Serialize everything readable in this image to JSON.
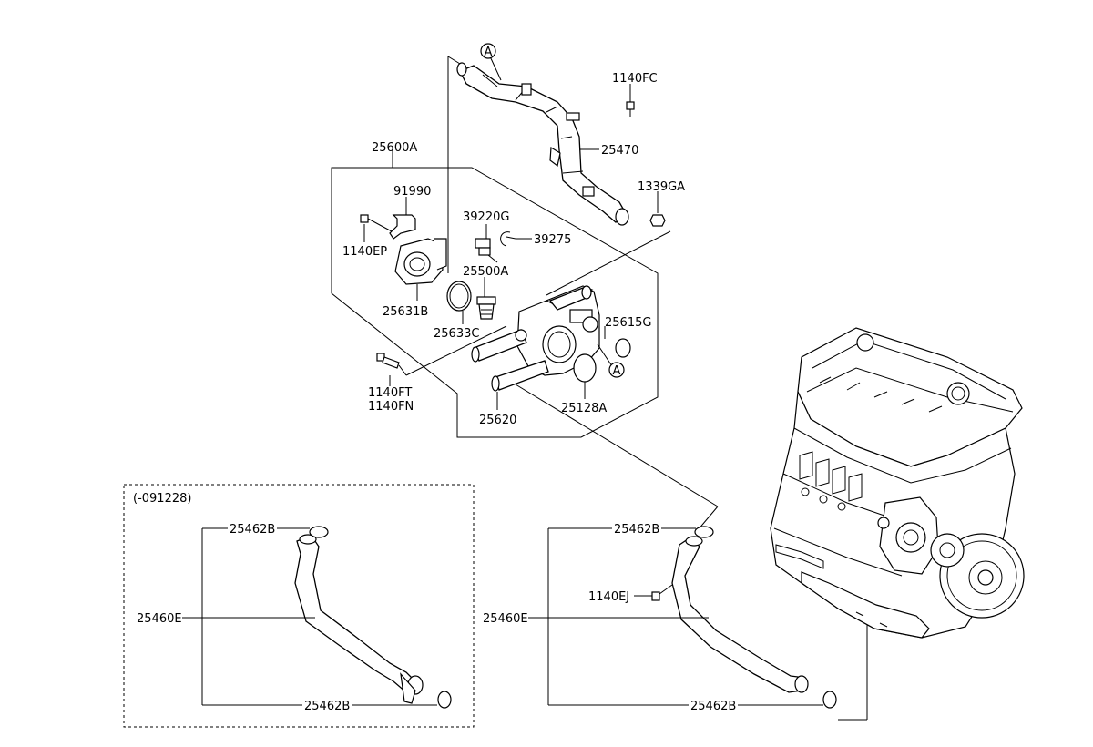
{
  "callouts": {
    "1140FC": "1140FC",
    "25470": "25470",
    "1339GA": "1339GA",
    "25600A": "25600A",
    "91990": "91990",
    "39220G": "39220G",
    "39275": "39275",
    "1140EP": "1140EP",
    "25500A": "25500A",
    "25631B": "25631B",
    "25633C": "25633C",
    "25615G": "25615G",
    "1140FT": "1140FT",
    "1140FN": "1140FN",
    "25128A": "25128A",
    "25620": "25620",
    "a_top": "A",
    "a_housing": "A"
  },
  "variant_box": {
    "label": "(-091228)",
    "callouts": {
      "25462B_top": "25462B",
      "25460E": "25460E",
      "25462B_bottom": "25462B"
    }
  },
  "main_hose": {
    "callouts": {
      "25462B_top": "25462B",
      "1140EJ": "1140EJ",
      "25460E": "25460E",
      "25462B_bottom": "25462B"
    }
  }
}
